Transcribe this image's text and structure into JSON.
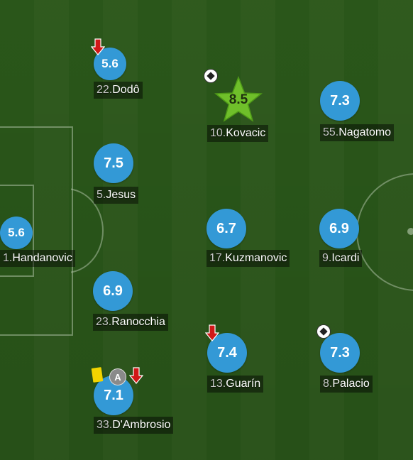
{
  "players": [
    {
      "id": "handanovic",
      "number": "1.",
      "name": "Handanovic",
      "rating": "5.6"
    },
    {
      "id": "dodo",
      "number": "22.",
      "name": "Dodô",
      "rating": "5.6"
    },
    {
      "id": "jesus",
      "number": "5.",
      "name": "Jesus",
      "rating": "7.5"
    },
    {
      "id": "ranocchia",
      "number": "23.",
      "name": "Ranocchia",
      "rating": "6.9"
    },
    {
      "id": "dambrosio",
      "number": "33.",
      "name": "D'Ambrosio",
      "rating": "7.1"
    },
    {
      "id": "kovacic",
      "number": "10.",
      "name": "Kovacic",
      "rating": "8.5"
    },
    {
      "id": "kuzmanovic",
      "number": "17.",
      "name": "Kuzmanovic",
      "rating": "6.7"
    },
    {
      "id": "guarin",
      "number": "13.",
      "name": "Guarín",
      "rating": "7.4"
    },
    {
      "id": "nagatomo",
      "number": "55.",
      "name": "Nagatomo",
      "rating": "7.3"
    },
    {
      "id": "icardi",
      "number": "9.",
      "name": "Icardi",
      "rating": "6.9"
    },
    {
      "id": "palacio",
      "number": "8.",
      "name": "Palacio",
      "rating": "7.3"
    }
  ],
  "badges": {
    "captain": "A",
    "colors": {
      "rating": "#3399d6",
      "star": "#6fbf2a",
      "sub_arrow": "#d01818",
      "yellow_card": "#f2d400"
    }
  }
}
